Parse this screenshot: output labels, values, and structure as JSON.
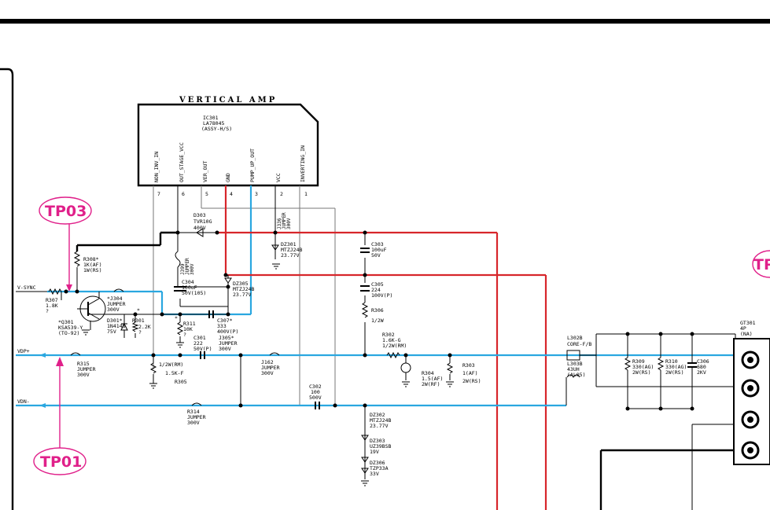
{
  "ic": {
    "title": "VERTICAL  AMP",
    "ref": "IC301",
    "part": "LA78045",
    "assy": "(ASSY-H/S)",
    "pins": [
      {
        "name": "NON_INV_IN",
        "num": "7"
      },
      {
        "name": "OUT_STAGE_VCC",
        "num": "6"
      },
      {
        "name": "VER_OUT",
        "num": "5"
      },
      {
        "name": "GND",
        "num": "4"
      },
      {
        "name": "PUMP_UP_OUT",
        "num": "3"
      },
      {
        "name": "VCC",
        "num": "2"
      },
      {
        "name": "INVERTING_IN",
        "num": "1"
      }
    ]
  },
  "testpoints": {
    "tp03": "TP03",
    "tp01": "TP01",
    "tp_right": "TP"
  },
  "nets": {
    "vsync": "V-SYNC",
    "vdp": "VDP+",
    "vdn": "VDN-"
  },
  "components": {
    "d303": [
      "D303",
      "TVR10G",
      "400V"
    ],
    "j336": [
      "J336",
      "JUMPER",
      "300V"
    ],
    "dz301": [
      "DZ301",
      "MTZJ24B",
      "23.77V"
    ],
    "c303": [
      "C303",
      "100uF",
      "50V"
    ],
    "r308": [
      "R308*",
      "1K(AF)",
      "1W(RS)"
    ],
    "j399": [
      "J399",
      "JUMPER",
      "300V"
    ],
    "c304": [
      "C304",
      "100uF",
      "50V(105)"
    ],
    "dz305": [
      "DZ305",
      "MTZJ24B",
      "23.77V"
    ],
    "r307": [
      "R307",
      "1.8K",
      "?"
    ],
    "j304": [
      "*J304",
      "JUMPER",
      "300V"
    ],
    "d301": [
      "D301*",
      "1N4148",
      "75V"
    ],
    "r301": [
      "*",
      "R301",
      "2.2K",
      "?"
    ],
    "q301": [
      "*Q301",
      "KSA539-Y",
      "(TO-92)"
    ],
    "r311": [
      "*",
      "R311",
      "10K",
      "?"
    ],
    "c307": [
      "C307*",
      "333",
      "400V(P)"
    ],
    "c301": [
      "C301",
      "222",
      "50V(P)"
    ],
    "j305": [
      "J305*",
      "JUMPER",
      "300V"
    ],
    "c305": [
      "C305",
      "224",
      "100V(P)"
    ],
    "r306": [
      "R306",
      "1/2W"
    ],
    "r302": [
      "R302",
      "1.6K-G",
      "1/2W(RM)"
    ],
    "r315": [
      "R315",
      "JUMPER",
      "300V"
    ],
    "r305": [
      "1/2W(RM)",
      "1.5K-F",
      "R305"
    ],
    "j162": [
      "J162",
      "JUMPER",
      "300V"
    ],
    "r304": [
      "R304",
      "1.5(AF)",
      "2W(RF)"
    ],
    "r303": [
      "R303",
      "1(AF)",
      "2W(RS)"
    ],
    "c302": [
      "C302",
      "100",
      "500V"
    ],
    "r314": [
      "R314",
      "JUMPER",
      "300V"
    ],
    "dz302": [
      "DZ302",
      "MTZJ24B",
      "23.77V"
    ],
    "dz303": [
      "DZ303",
      "UZ39BSB",
      "19V"
    ],
    "dz306": [
      "DZ306",
      "TZP33A",
      "33V"
    ],
    "l302b": [
      "L302B",
      "CORE-F/B"
    ],
    "l303b": [
      "L303B",
      "43UH",
      "(AL05)"
    ],
    "r309": [
      "R309",
      "330(AG)",
      "2W(RS)"
    ],
    "r310": [
      "R310",
      "330(AG)",
      "2W(RS)"
    ],
    "c306": [
      "C306",
      "680",
      "2KV"
    ],
    "gt301": [
      "GT301",
      "4P",
      "(NA)"
    ]
  }
}
